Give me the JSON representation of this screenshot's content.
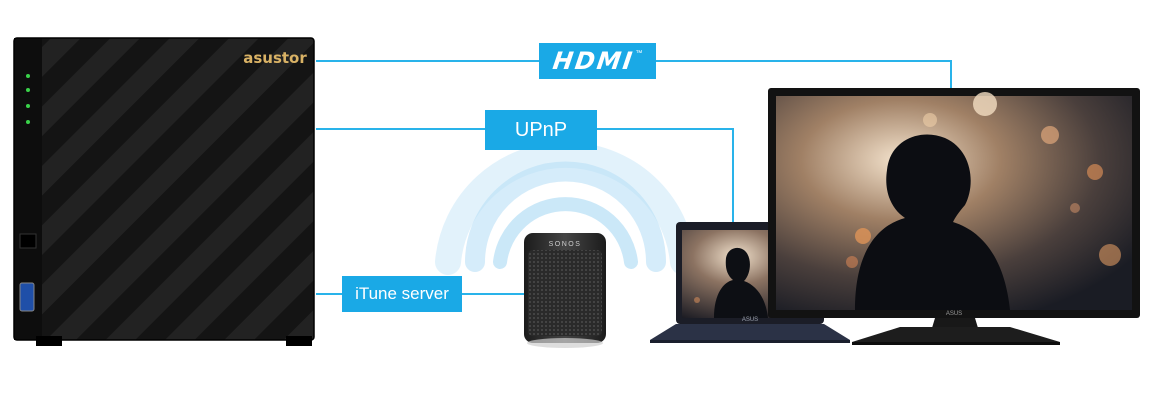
{
  "labels": {
    "hdmi": "HDMI",
    "hdmi_tm": "™",
    "upnp": "UPnP",
    "itune": "iTune server"
  },
  "devices": {
    "nas_brand": "asustor",
    "speaker_brand": "SONOS",
    "laptop_brand": "ASUS",
    "monitor_brand": "ASUS"
  },
  "colors": {
    "accent": "#1aa9e6",
    "line": "#29b3ea",
    "nas_body": "#1e1e1e",
    "screen_dark": "#151515",
    "bokeh": "#d9a77b"
  }
}
